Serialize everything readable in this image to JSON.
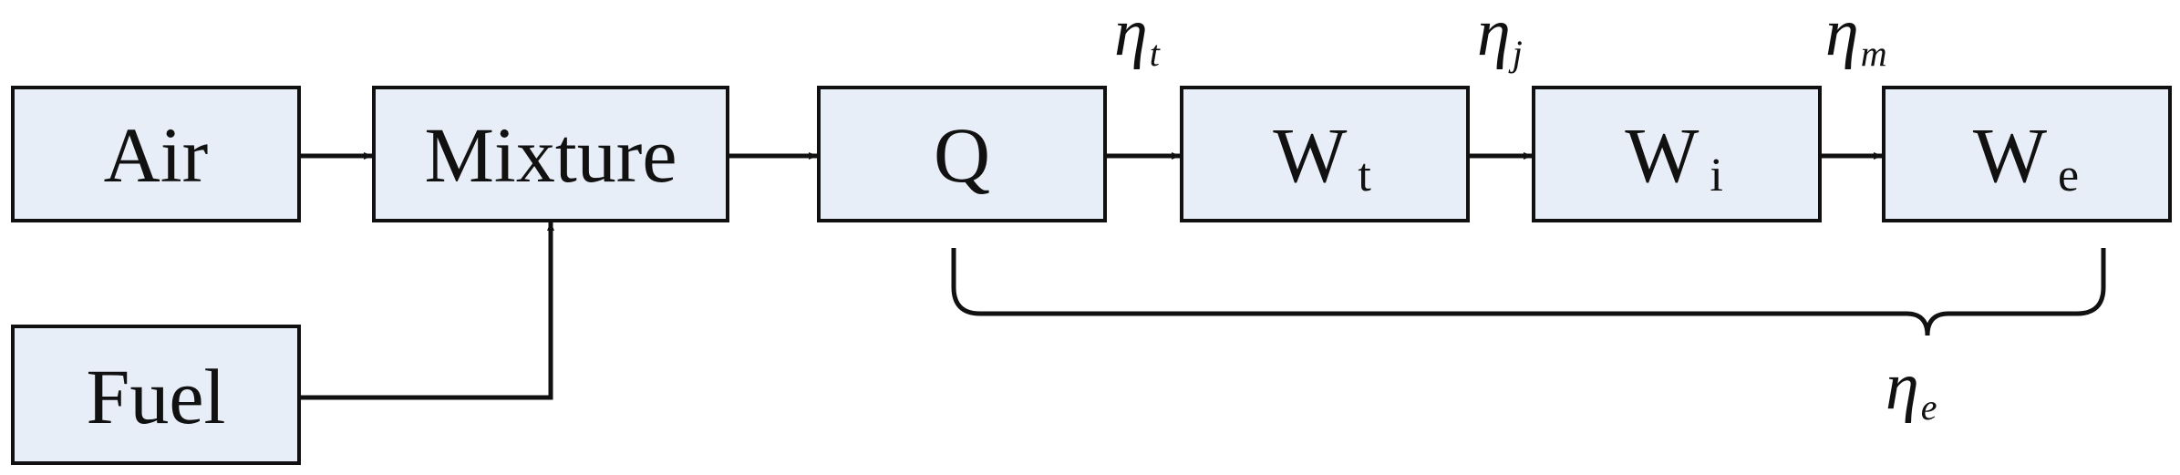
{
  "blocks": {
    "air": "Air",
    "mixture": "Mixture",
    "fuel": "Fuel",
    "q": "Q",
    "wt": {
      "main": "W",
      "sub": "t"
    },
    "wi": {
      "main": "W",
      "sub": "i"
    },
    "we": {
      "main": "W",
      "sub": "e"
    }
  },
  "efficiencies": {
    "t": {
      "main": "η",
      "sub": "t"
    },
    "j": {
      "main": "η",
      "sub": "j"
    },
    "m": {
      "main": "η",
      "sub": "m"
    },
    "e": {
      "main": "η",
      "sub": "e"
    }
  },
  "colors": {
    "block_fill": "#e8eef8",
    "stroke": "#111111"
  }
}
